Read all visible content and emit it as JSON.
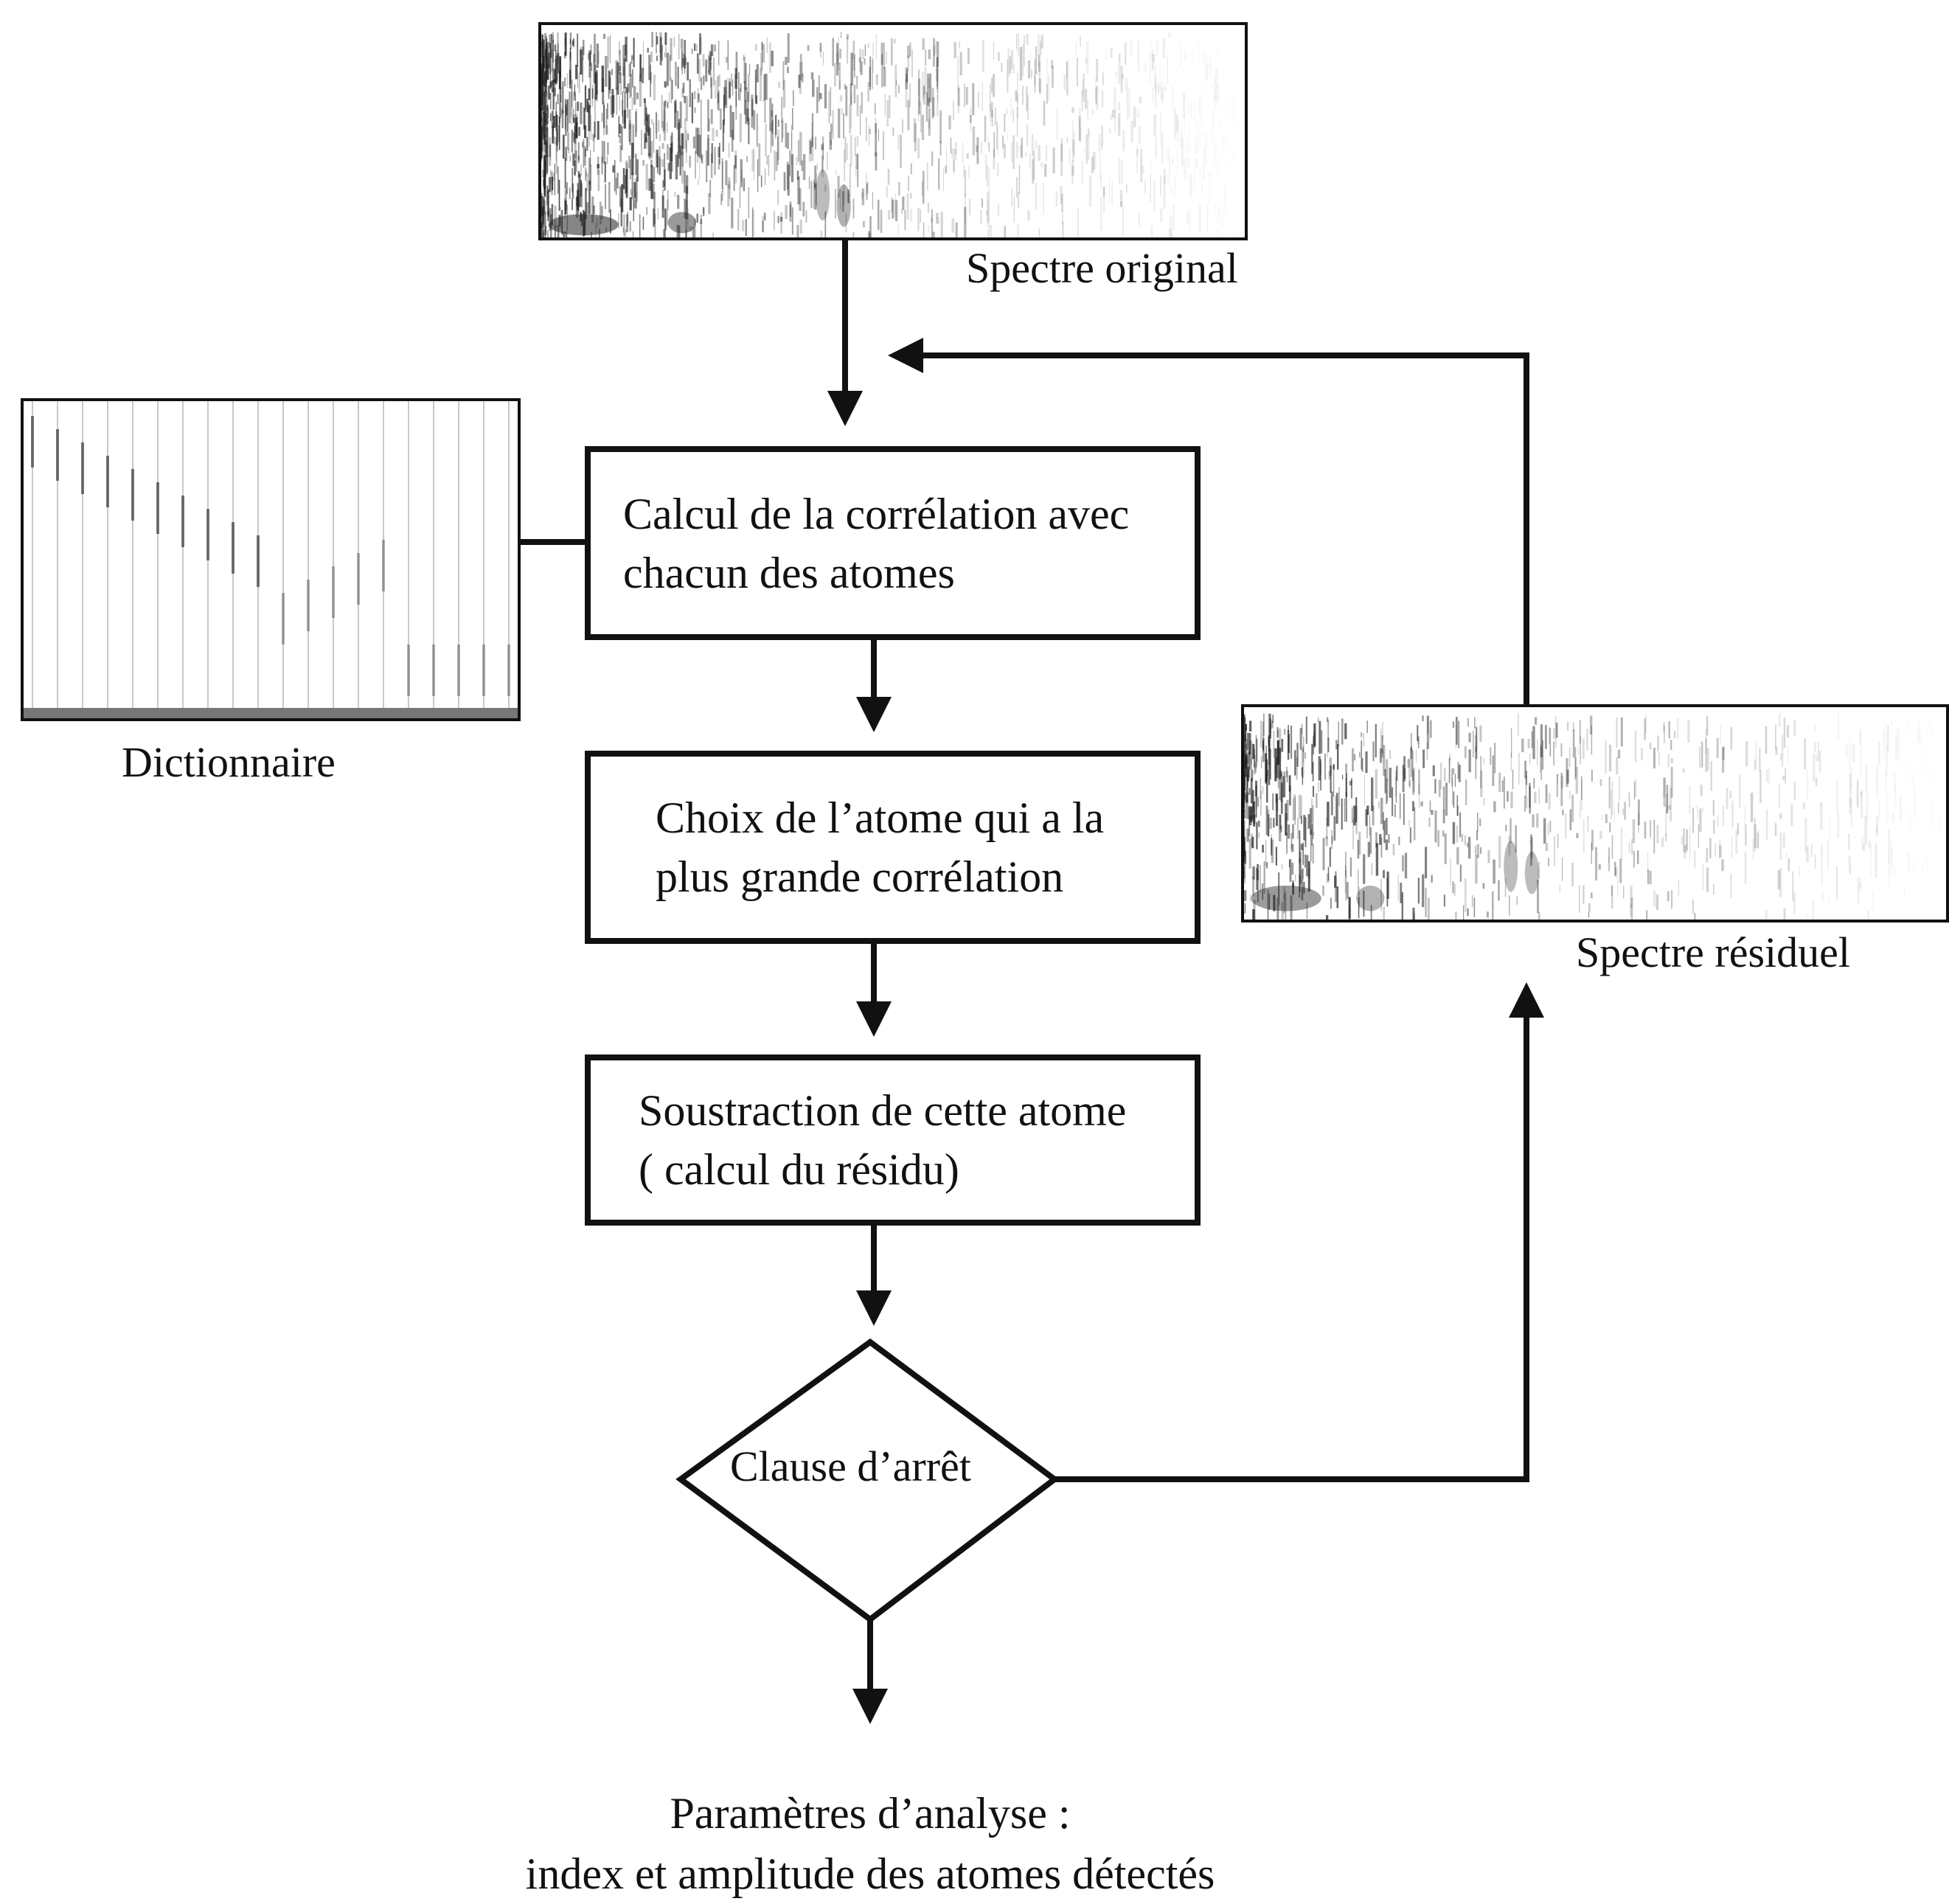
{
  "images": {
    "original": {
      "label": "Spectre original"
    },
    "dictionary": {
      "label": "Dictionnaire"
    },
    "residual": {
      "label": "Spectre résiduel"
    }
  },
  "steps": [
    {
      "id": "correlation",
      "text": "Calcul de la corrélation avec\nchacun des atomes"
    },
    {
      "id": "choice",
      "text": "Choix de l’atome qui a la\nplus grande corrélation"
    },
    {
      "id": "subtraction",
      "text": "Soustraction de cette atome\n( calcul du résidu)"
    }
  ],
  "decision": {
    "text": "Clause d’arrêt"
  },
  "output": {
    "line1": "Paramètres d’analyse :",
    "line2": "index et amplitude des atomes détectés"
  }
}
